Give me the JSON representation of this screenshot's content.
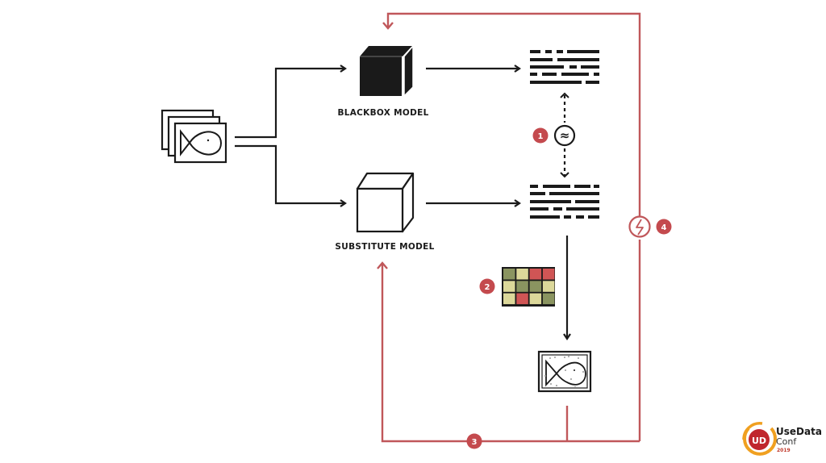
{
  "diagram": {
    "nodes": {
      "input_images": {
        "label": "",
        "icon": "fish-image-stack-icon"
      },
      "blackbox_model": {
        "label": "BLACKBOX MODEL",
        "icon": "black-cube-icon"
      },
      "substitute_model": {
        "label": "SUBSTITUTE MODEL",
        "icon": "white-cube-icon"
      },
      "blackbox_output": {
        "label": "",
        "icon": "text-lines-icon"
      },
      "substitute_output": {
        "label": "",
        "icon": "text-lines-icon"
      },
      "approx_symbol": {
        "label": "≈",
        "icon": "approximately-equal-icon"
      },
      "saliency_grid": {
        "label": "",
        "icon": "color-grid-icon"
      },
      "adversarial_image": {
        "label": "",
        "icon": "noisy-fish-image-icon"
      },
      "attack_symbol": {
        "label": "ϟ",
        "icon": "lightning-icon"
      }
    },
    "badges": [
      {
        "id": "1",
        "label": "1"
      },
      {
        "id": "2",
        "label": "2"
      },
      {
        "id": "3",
        "label": "3"
      },
      {
        "id": "4",
        "label": "4"
      }
    ],
    "edges": [
      {
        "from": "input_images",
        "to": "blackbox_model"
      },
      {
        "from": "input_images",
        "to": "substitute_model"
      },
      {
        "from": "blackbox_model",
        "to": "blackbox_output"
      },
      {
        "from": "substitute_model",
        "to": "substitute_output"
      },
      {
        "from": "blackbox_output",
        "to": "substitute_output",
        "style": "dotted",
        "label": "1"
      },
      {
        "from": "substitute_output",
        "to": "adversarial_image",
        "label": "2"
      },
      {
        "from": "adversarial_image",
        "to": "substitute_model",
        "style": "feedback",
        "label": "3"
      },
      {
        "from": "adversarial_image",
        "to": "blackbox_model",
        "style": "feedback",
        "label": "4"
      }
    ],
    "grid_colors": [
      [
        "#8a9460",
        "#dcd89a",
        "#d05555",
        "#d05555"
      ],
      [
        "#dcd89a",
        "#8a9460",
        "#8a9460",
        "#dcd89a"
      ],
      [
        "#dcd89a",
        "#d05555",
        "#dcd89a",
        "#8a9460"
      ]
    ]
  },
  "colors": {
    "ink": "#1a1a1a",
    "accent": "#c0575a",
    "badge": "#c44a4e"
  },
  "logo": {
    "title": "UseData",
    "subtitle": "Conf",
    "year": "2019",
    "mark": "UD"
  }
}
